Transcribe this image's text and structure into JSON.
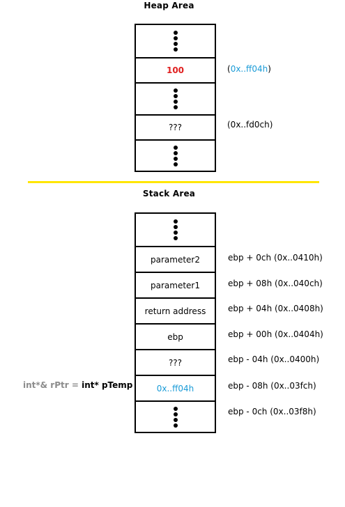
{
  "colors": {
    "value_red": "#e02020",
    "address_blue": "#1a9bd7",
    "divider_yellow": "#ffe600",
    "ptr_gray": "#8c8c8c"
  },
  "heap": {
    "title": "Heap Area",
    "value_cell": "100",
    "unknown_cell": "???",
    "value_address_open": "(",
    "value_address": "0x..ff04h",
    "value_address_close": ")",
    "unknown_address": "(0x..fd0ch)"
  },
  "stack": {
    "title": "Stack Area",
    "cells": {
      "parameter2": "parameter2",
      "parameter1": "parameter1",
      "return_address": "return address",
      "ebp": "ebp",
      "unknown": "???",
      "pointer_value": "0x..ff04h"
    },
    "offsets": {
      "parameter2": "ebp + 0ch (0x..0410h)",
      "parameter1": "ebp + 08h (0x..040ch)",
      "return_address": "ebp + 04h (0x..0408h)",
      "ebp": "ebp + 00h (0x..0404h)",
      "unknown": "ebp - 04h (0x..0400h)",
      "pointer_value": "ebp - 08h (0x..03fch)",
      "bottom": "ebp - 0ch (0x..03f8h)"
    }
  },
  "pointer_label": {
    "ref_decl": "int*& rPtr = ",
    "ptr_decl": "int* pTemp"
  }
}
